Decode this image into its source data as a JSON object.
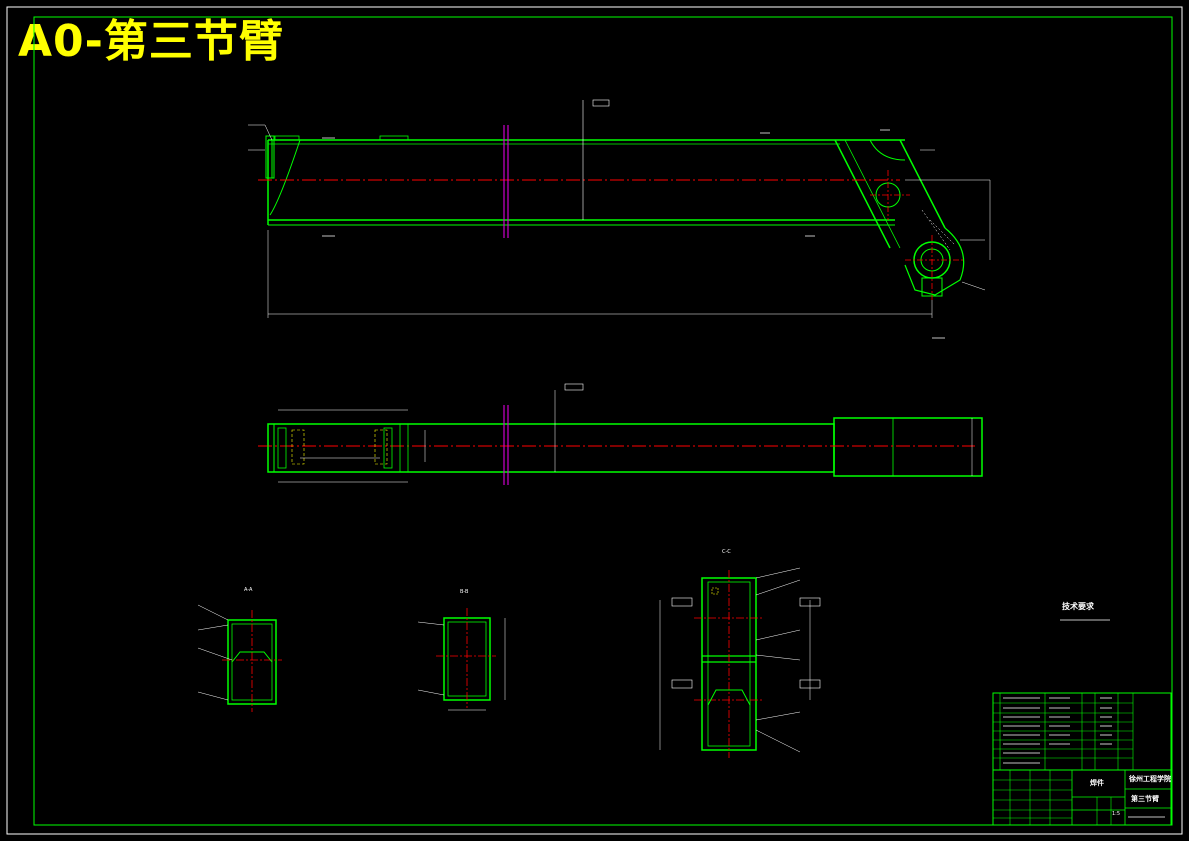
{
  "drawing": {
    "title": "A0-第三节臂",
    "section_labels": {
      "aa": "A-A",
      "bb": "B-B",
      "cc": "C-C"
    },
    "tech_requirements_title": "技术要求",
    "title_block": {
      "school": "徐州工程学院",
      "part_name": "第三节臂",
      "material_label": "焊件",
      "scale": "1:5"
    }
  },
  "colors": {
    "background": "#000000",
    "frame": "#00ff00",
    "outline": "#00ff00",
    "centerline": "#ff0000",
    "weld_seam": "#cc00cc",
    "dimension": "#ffffff",
    "hidden": "#ffff00",
    "title": "#ffff00"
  }
}
